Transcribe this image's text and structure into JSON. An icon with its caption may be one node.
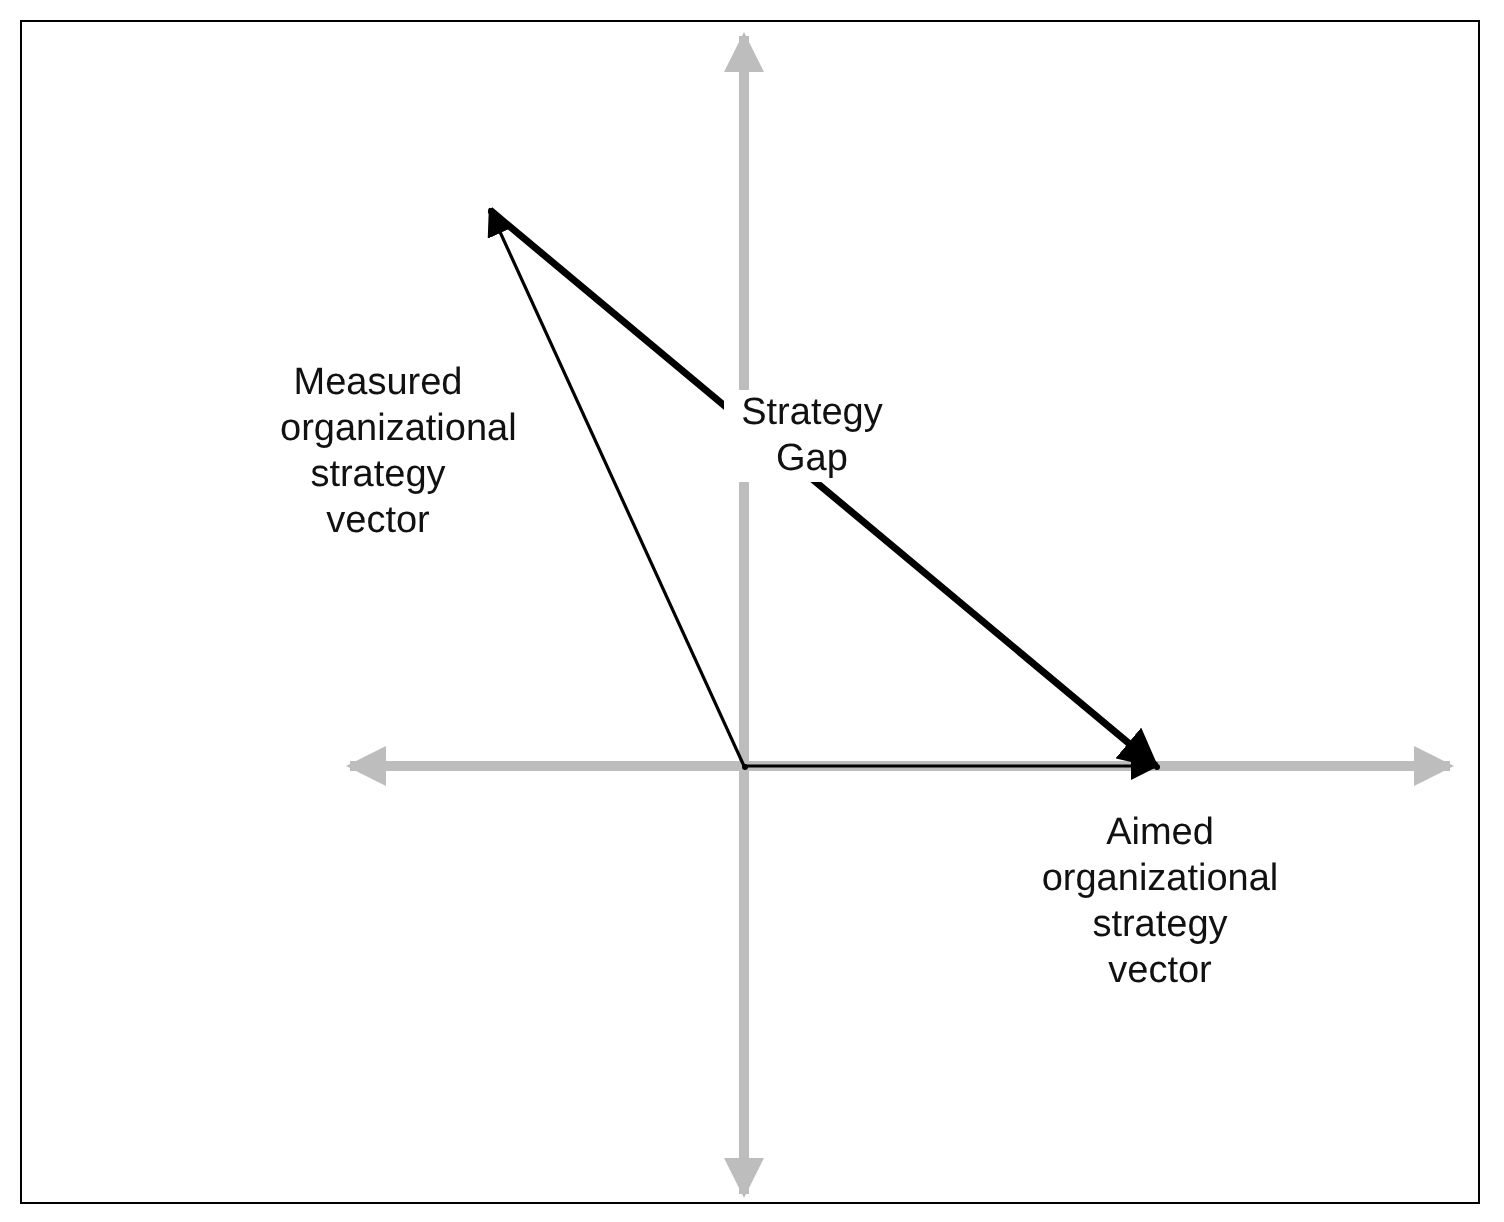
{
  "diagram": {
    "nodes": [
      {
        "text": [],
        "shape": "point"
      },
      {
        "text": [],
        "shape": "point"
      },
      {
        "text": [],
        "shape": "point"
      }
    ],
    "edges": [
      {
        "from": 0,
        "to": 1,
        "arrow": "to",
        "label": "Measured organizational strategy vector"
      },
      {
        "from": 0,
        "to": 2,
        "arrow": "to",
        "label": "Aimed organizational strategy vector"
      },
      {
        "from": 1,
        "to": 2,
        "arrow": "to",
        "style": "thick",
        "label": "Strategy Gap"
      }
    ]
  }
}
